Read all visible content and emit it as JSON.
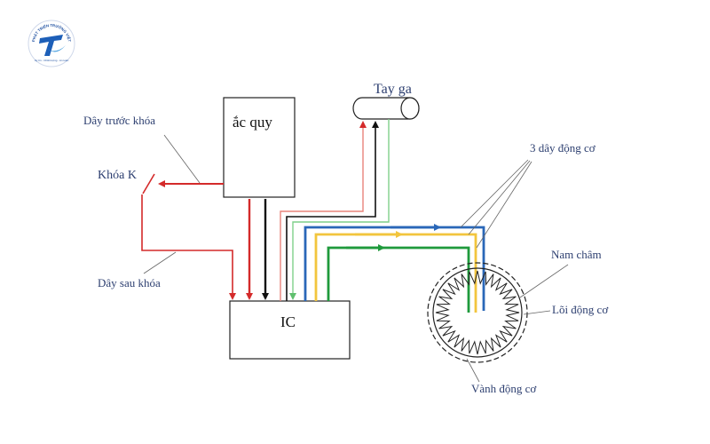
{
  "logo": {
    "ring_text": "PHÁT TRIỂN TRƯỜNG VIỆT",
    "sub_text": "Uy tín - Chất lượng - An toàn"
  },
  "labels": {
    "battery": "ắc quy",
    "throttle": "Tay ga",
    "controller": "IC",
    "wire_before_lock": "Dây trước khóa",
    "lock_switch": "Khóa K",
    "wire_after_lock": "Dây sau khóa",
    "motor_wires": "3 dây động cơ",
    "magnet": "Nam châm",
    "motor_core": "Lõi động cơ",
    "motor_rim": "Vành động cơ"
  },
  "colors": {
    "red": "#d42a2a",
    "black": "#111111",
    "green": "#1f9a3c",
    "light_green": "#7fcf8a",
    "salmon": "#e8837a",
    "blue": "#2a67b8",
    "yellow": "#f2c53d",
    "label": "#2d3f70",
    "outline": "#222222"
  }
}
